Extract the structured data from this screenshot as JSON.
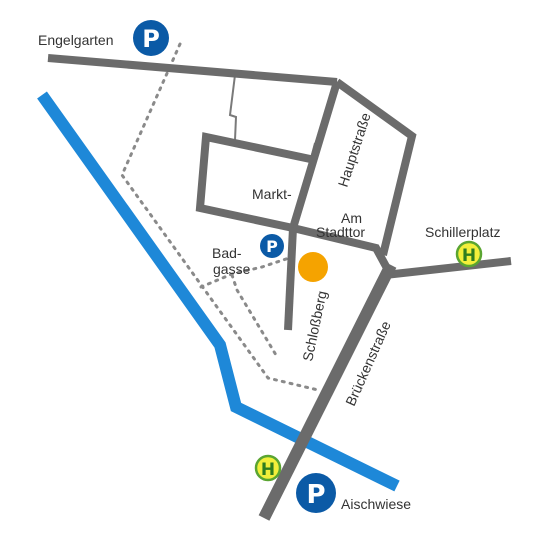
{
  "colors": {
    "road": "#6b6b6b",
    "footpath": "#8a8a8a",
    "river": "#1e88d8",
    "parking": "#0b5aa6",
    "bus_stop_fill": "#f2ef3a",
    "bus_stop_ring": "#5aa531",
    "destination": "#f5a300",
    "label": "#333333"
  },
  "labels": {
    "engelgarten": "Engelgarten",
    "hauptstrasse": "Hauptstraße",
    "markt": "Markt-",
    "am": "Am",
    "stadttor": "Stadttor",
    "bad": "Bad-",
    "gasse": "gasse",
    "schlossberg": "Schloßberg",
    "brueckenstrasse": "Brückenstraße",
    "schillerplatz": "Schillerplatz",
    "aischwiese": "Aischwiese"
  },
  "markers": {
    "parking_letter": "P",
    "bus_letter": "H"
  },
  "icons": {
    "parking": "parking-icon",
    "bus_stop": "bus-stop-icon",
    "destination": "destination-marker"
  }
}
